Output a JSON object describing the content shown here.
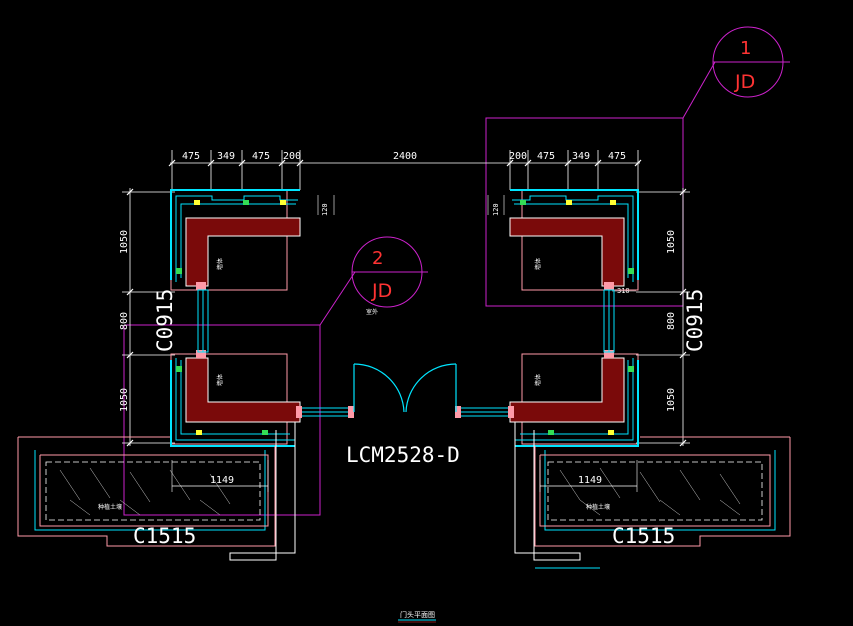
{
  "dimensions": {
    "top_left": [
      "475",
      "349",
      "475",
      "200"
    ],
    "top_center": "2400",
    "top_right": [
      "200",
      "475",
      "349",
      "475"
    ],
    "left_upper": "1050",
    "left_middle": "800",
    "left_lower": "1050",
    "right_upper": "1050",
    "right_middle": "800",
    "right_lower": "1050",
    "inner_small_left": "120",
    "inner_small_right": "120",
    "inner_small_right_lower": "310",
    "planter_left": "1149",
    "planter_right": "1149"
  },
  "callouts": [
    {
      "number": "1",
      "sheet": "JD"
    },
    {
      "number": "2",
      "sheet": "JD"
    }
  ],
  "labels": {
    "door": "LCM2528-D",
    "window_left_vertical": "C0915",
    "window_right_vertical": "C0915",
    "window_left_bottom": "C1515",
    "window_right_bottom": "C1515",
    "pillar_ul": "墙体",
    "pillar_ur": "墙体",
    "pillar_ll": "墙体",
    "pillar_lr": "墙体",
    "center_note": "室外",
    "planter_left_note": "种植土壤",
    "planter_right_note": "种植土壤",
    "drawing_title": "门头平面图"
  },
  "colors": {
    "background": "#000000",
    "dimension": "#ffffff",
    "callout": "#cc22cc",
    "callout_text": "#ff3333",
    "wall_fill": "#7a0a0a",
    "cyan": "#00e5ff",
    "pink": "#ff9aa8",
    "yellow": "#ffff33",
    "green": "#33dd55"
  }
}
